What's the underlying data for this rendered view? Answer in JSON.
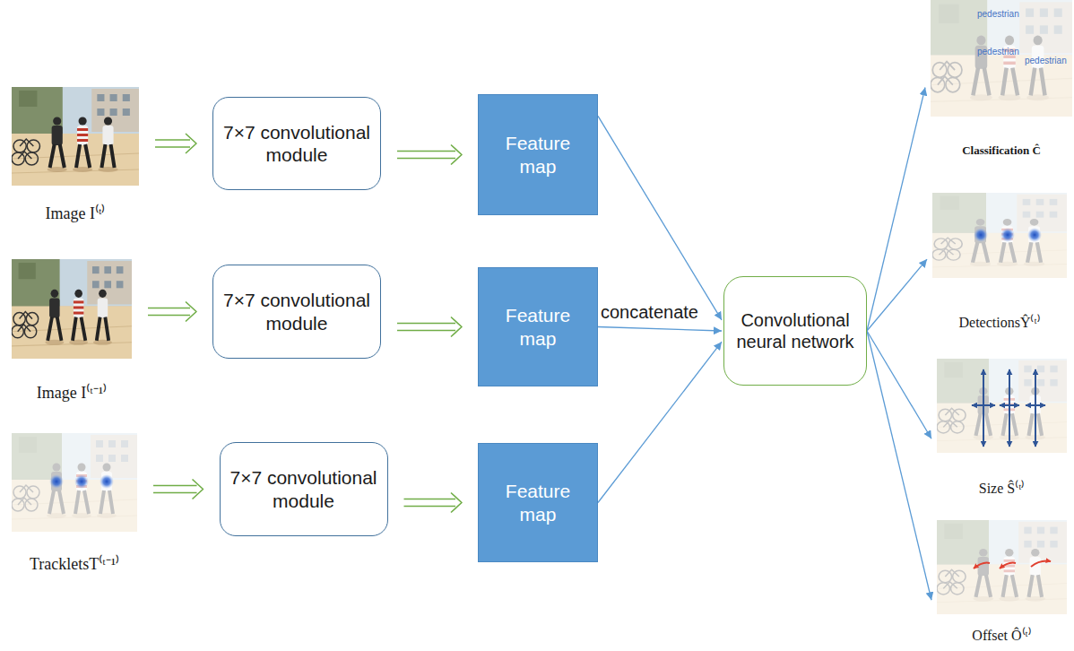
{
  "diagram": {
    "nodes": [
      {
        "text": [
          "Image I⁽ᵗ⁾"
        ]
      },
      {
        "text": [
          "7×7 convolutional module"
        ]
      },
      {
        "text": [
          "Feature map"
        ]
      },
      {
        "text": [
          "Image I⁽ᵗ⁻¹⁾"
        ]
      },
      {
        "text": [
          "7×7 convolutional module"
        ]
      },
      {
        "text": [
          "Feature map"
        ]
      },
      {
        "text": [
          "TrackletsT⁽ᵗ⁻¹⁾"
        ]
      },
      {
        "text": [
          "7×7 convolutional module"
        ]
      },
      {
        "text": [
          "Feature map"
        ]
      },
      {
        "text": [
          "Convolutional neural network"
        ]
      },
      {
        "text": [
          "Classification Ĉ"
        ]
      },
      {
        "text": [
          "DetectionsŶ⁽ᵗ⁾"
        ]
      },
      {
        "text": [
          "Size Ŝ⁽ᵗ⁾"
        ]
      },
      {
        "text": [
          "Offset Ô⁽ᵗ⁾"
        ]
      }
    ],
    "edges": [
      {
        "from": 0,
        "to": 1,
        "arrow": "to"
      },
      {
        "from": 1,
        "to": 2,
        "arrow": "to"
      },
      {
        "from": 3,
        "to": 4,
        "arrow": "to"
      },
      {
        "from": 4,
        "to": 5,
        "arrow": "to"
      },
      {
        "from": 6,
        "to": 7,
        "arrow": "to"
      },
      {
        "from": 7,
        "to": 8,
        "arrow": "to"
      },
      {
        "from": 2,
        "to": 9,
        "arrow": "to"
      },
      {
        "from": 5,
        "to": 9,
        "label": "concatenate",
        "arrow": "to"
      },
      {
        "from": 8,
        "to": 9,
        "arrow": "to"
      },
      {
        "from": 9,
        "to": 10,
        "arrow": "to"
      },
      {
        "from": 9,
        "to": 11,
        "arrow": "to"
      },
      {
        "from": 9,
        "to": 12,
        "arrow": "to"
      },
      {
        "from": 9,
        "to": 13,
        "arrow": "to"
      }
    ],
    "labels": [
      "pedestrian",
      "pedestrian",
      "pedestrian"
    ]
  }
}
